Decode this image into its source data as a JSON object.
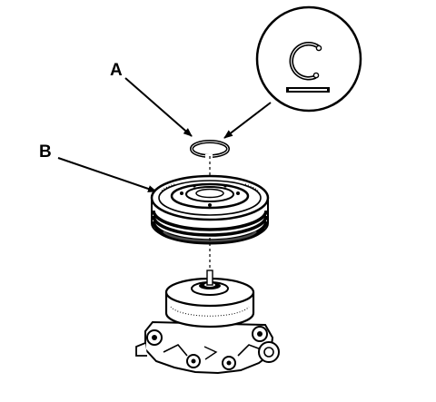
{
  "diagram": {
    "callouts": {
      "a": "A",
      "b": "B"
    },
    "parts": {
      "a": "snap-ring",
      "b": "clutch-pulley",
      "assembly": "compressor-clutch-assembly"
    },
    "colors": {
      "ink": "#000000",
      "paper": "#ffffff",
      "shade": "#4a4a4a"
    }
  }
}
